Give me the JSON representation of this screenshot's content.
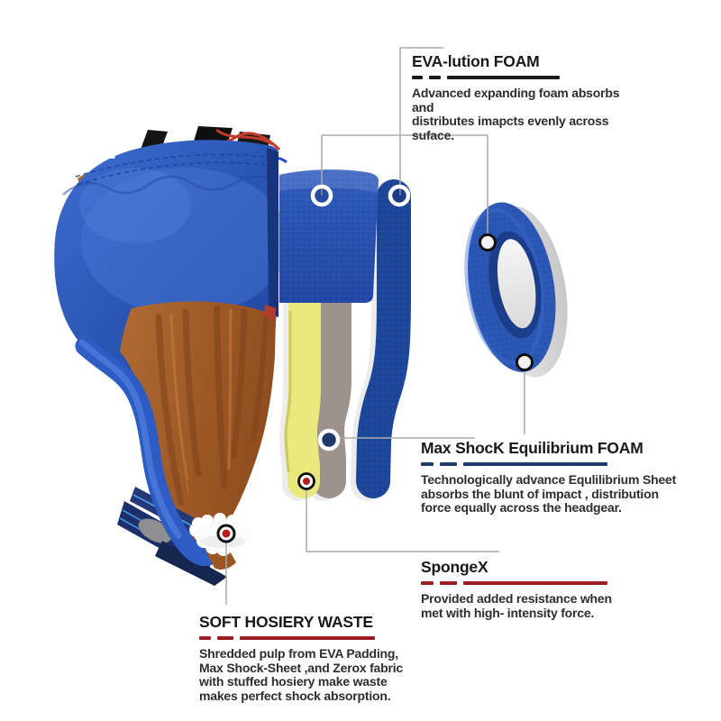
{
  "callouts": [
    {
      "id": "eva-lution-foam",
      "title": "EVA-lution FOAM",
      "accent": "#1b1b1b",
      "description": "Advanced expanding foam absorbs and\ndistributes imapcts evenly across suface."
    },
    {
      "id": "max-shock-equilibrium-foam",
      "title": "Max ShocK Equilibrium FOAM",
      "accent": "#1e3a6c",
      "description": "Technologically advance Equlilibrium Sheet\nabsorbs the blunt of impact , distribution\nforce equally across the headgear."
    },
    {
      "id": "spongex",
      "title": "SpongeX",
      "accent": "#9b1d22",
      "description": "Provided added resistance when\nmet with high- intensity force."
    },
    {
      "id": "soft-hosiery-waste",
      "title": "SOFT HOSIERY WASTE",
      "accent": "#9b1d22",
      "description": "Shredded pulp from EVA Padding,\nMax Shock-Sheet ,and Zerox fabric\nwith stuffed hosiery make waste\nmakes perfect shock absorption."
    }
  ],
  "illustration_colors": {
    "helmet_blue": "#2b57b4",
    "foam_panel_blue": "#2f5cbe",
    "foam_sheet_navy": "#1d4699",
    "foam_sheet_gray": "#9e938c",
    "foam_sheet_yellow": "#e8e87d",
    "foam_sheet_white": "#ececec",
    "lining_brown": "#a05a28",
    "strap_black": "#161616",
    "lace_red": "#c23a28",
    "lace_blue": "#2b49c4",
    "hosiery_white": "#fafafa",
    "callout_line_gray": "#ababab",
    "marker_red": "#b51d1d",
    "marker_navy_center": "#1e3a6c"
  }
}
